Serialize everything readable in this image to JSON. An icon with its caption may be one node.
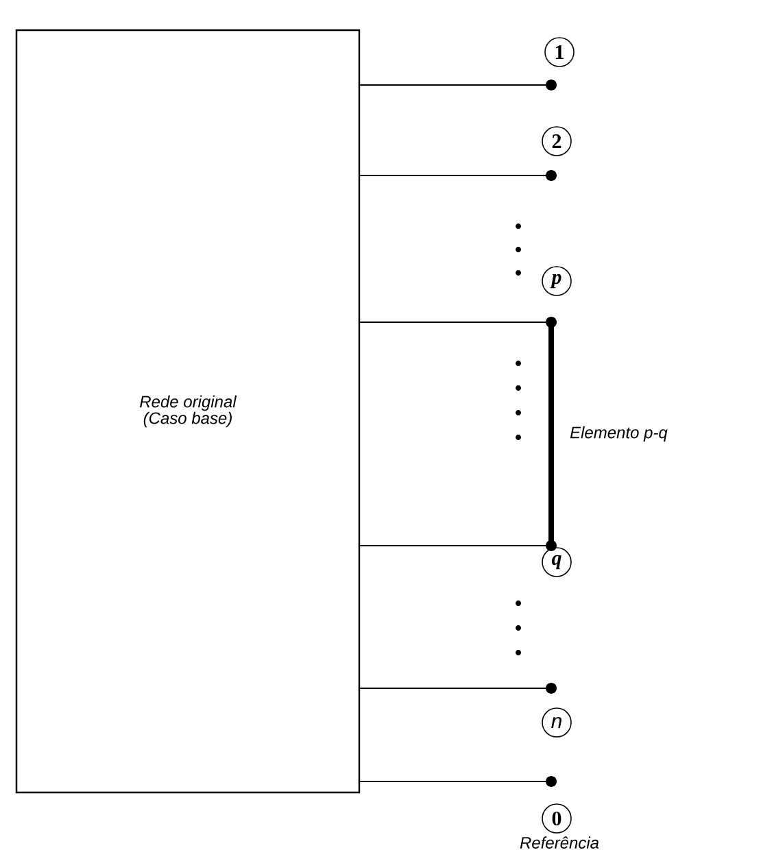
{
  "diagram": {
    "nodes": [
      {
        "text": [
          "Rede original (Caso base)"
        ]
      },
      {
        "text": [
          "1"
        ]
      },
      {
        "text": [],
        "shape": "circle"
      },
      {
        "text": [
          "2"
        ]
      },
      {
        "text": [],
        "shape": "circle"
      },
      {
        "text": [
          "p"
        ]
      },
      {
        "text": [],
        "shape": "circle"
      },
      {
        "text": [],
        "shape": "circle"
      },
      {
        "text": [
          "q"
        ]
      },
      {
        "text": [],
        "shape": "circle"
      },
      {
        "text": [
          "n"
        ]
      },
      {
        "text": [],
        "shape": "circle"
      },
      {
        "text": [
          "0"
        ],
        "beside": [
          "Referência"
        ]
      }
    ],
    "edges": [
      {
        "from": 0,
        "to": 2,
        "arrow": "none"
      },
      {
        "from": 0,
        "to": 4,
        "arrow": "none"
      },
      {
        "from": 0,
        "to": 6,
        "arrow": "none"
      },
      {
        "from": 0,
        "to": 7,
        "arrow": "none"
      },
      {
        "from": 0,
        "to": 9,
        "arrow": "none"
      },
      {
        "from": 0,
        "to": 11,
        "arrow": "none"
      },
      {
        "from": 6,
        "to": 7,
        "arrow": "none",
        "style": "thick",
        "label": "Elemento p-q"
      }
    ]
  }
}
